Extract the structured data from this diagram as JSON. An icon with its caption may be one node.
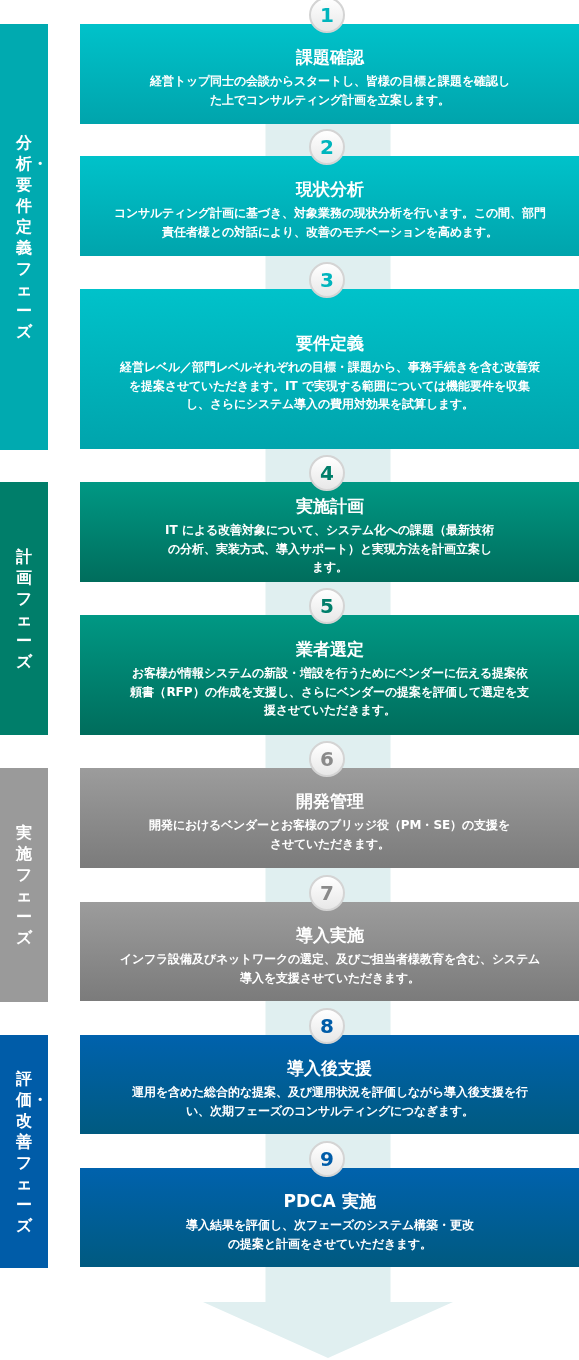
{
  "diagram": {
    "nodes": [
      {
        "text": [
          "分析・要件定義フェーズ"
        ]
      },
      {
        "text": [
          "1",
          "課題確認",
          "経営トップ同士の会談からスタートし、皆様の目標と課題を確認した上でコンサルティング計画を立案します。"
        ]
      },
      {
        "text": [
          "2",
          "現状分析",
          "コンサルティング計画に基づき、対象業務の現状分析を行います。この間、部門責任者様との対話により、改善のモチベーションを高めます。"
        ]
      },
      {
        "text": [
          "3",
          "要件定義",
          "経営レベル／部門レベルそれぞれの目標・課題から、事務手続きを含む改善策を提案させていただきます。IT で実現する範囲については機能要件を収集し、さらにシステム導入の費用対効果を試算します。"
        ]
      },
      {
        "text": [
          "計画フェーズ"
        ]
      },
      {
        "text": [
          "4",
          "実施計画",
          "IT による改善対象について、システム化への課題（最新技術の分析、実装方式、導入サポート）と実現方法を計画立案します。"
        ]
      },
      {
        "text": [
          "5",
          "業者選定",
          "お客様が情報システムの新設・増設を行うためにベンダーに伝える提案依頼書（RFP）の作成を支援し、さらにベンダーの提案を評価して選定を支援させていただきます。"
        ]
      },
      {
        "text": [
          "実施フェーズ"
        ]
      },
      {
        "text": [
          "6",
          "開発管理",
          "開発におけるベンダーとお客様のブリッジ役（PM・SE）の支援をさせていただきます。"
        ]
      },
      {
        "text": [
          "7",
          "導入実施",
          "インフラ設備及びネットワークの選定、及びご担当者様教育を含む、システム導入を支援させていただきます。"
        ]
      },
      {
        "text": [
          "評価・改善フェーズ"
        ]
      },
      {
        "text": [
          "8",
          "導入後支援",
          "運用を含めた総合的な提案、及び運用状況を評価しながら導入後支援を行い、次期フェーズのコンサルティングにつなぎます。"
        ]
      },
      {
        "text": [
          "9",
          "PDCA 実施",
          "導入結果を評価し、次フェーズのシステム構築・更改の提案と計画をさせていただきます。"
        ]
      }
    ],
    "edges": [
      {
        "from": 1,
        "to": 2,
        "arrow": "none"
      },
      {
        "from": 2,
        "to": 3,
        "arrow": "none"
      },
      {
        "from": 3,
        "to": 5,
        "arrow": "none"
      },
      {
        "from": 5,
        "to": 6,
        "arrow": "none"
      },
      {
        "from": 6,
        "to": 8,
        "arrow": "none"
      },
      {
        "from": 8,
        "to": 9,
        "arrow": "none"
      },
      {
        "from": 9,
        "to": 11,
        "arrow": "none"
      },
      {
        "from": 11,
        "to": 12,
        "arrow": "none"
      },
      {
        "from": 12,
        "to": null,
        "arrow": "to"
      }
    ]
  }
}
